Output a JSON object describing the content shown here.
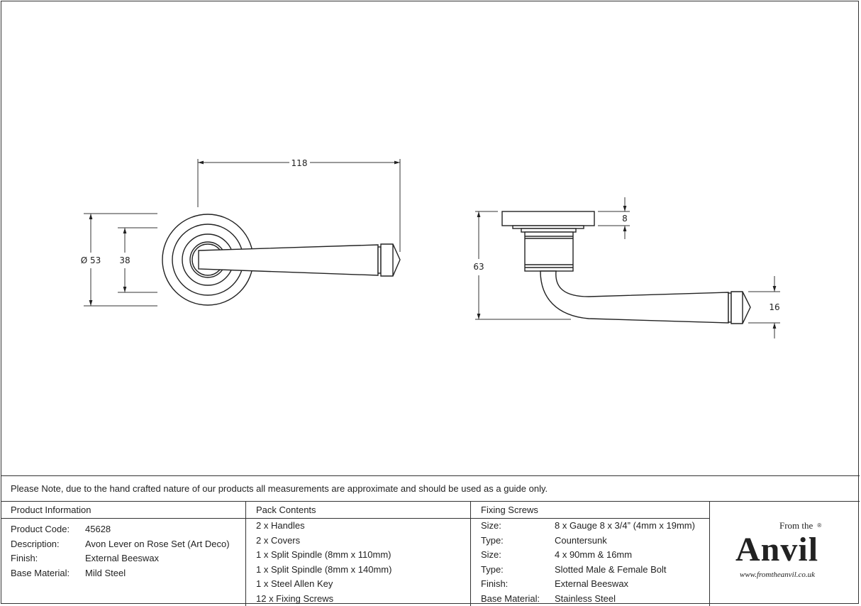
{
  "drawing": {
    "front_view": {
      "length": "118",
      "rose_diameter": "Ø 53",
      "inner_diameter": "38"
    },
    "side_view": {
      "height": "63",
      "rose_thickness": "8",
      "lever_end_height": "16"
    }
  },
  "note": "Please Note, due to the hand crafted nature of our products all measurements are approximate and should be used as a guide only.",
  "product_info": {
    "title": "Product Information",
    "rows": [
      {
        "label": "Product Code:",
        "value": "45628"
      },
      {
        "label": "Description:",
        "value": "Avon Lever on Rose Set (Art Deco)"
      },
      {
        "label": "Finish:",
        "value": "External Beeswax"
      },
      {
        "label": "Base Material:",
        "value": "Mild Steel"
      }
    ]
  },
  "pack_contents": {
    "title": "Pack Contents",
    "items": [
      "2 x Handles",
      "2 x Covers",
      "1 x Split Spindle (8mm x 110mm)",
      "1 x Split Spindle (8mm x 140mm)",
      "1 x Steel Allen Key",
      "12 x Fixing Screws"
    ]
  },
  "fixing_screws": {
    "title": "Fixing Screws",
    "rows": [
      {
        "label": "Size:",
        "value": "8 x Gauge 8 x 3/4” (4mm x 19mm)"
      },
      {
        "label": "Type:",
        "value": "Countersunk"
      },
      {
        "label": "Size:",
        "value": "4 x 90mm & 16mm"
      },
      {
        "label": "Type:",
        "value": "Slotted Male & Female Bolt"
      },
      {
        "label": "Finish:",
        "value": "External Beeswax"
      },
      {
        "label": "Base Material:",
        "value": "Stainless Steel"
      }
    ]
  },
  "logo": {
    "from_the": "From the",
    "brand": "Anvil",
    "url": "www.fromtheanvil.co.uk",
    "reg": "®"
  }
}
